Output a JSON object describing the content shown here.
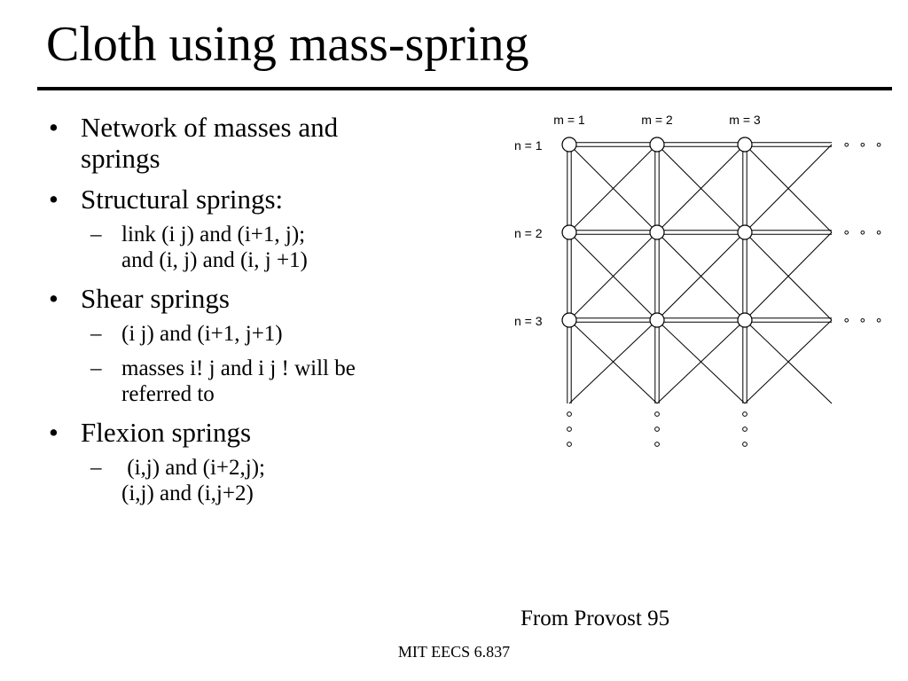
{
  "slide": {
    "title": "Cloth using mass-spring",
    "bullet_marker": "•",
    "sub_marker": "–",
    "bullets": [
      {
        "lines": [
          "Network of masses and",
          "springs"
        ],
        "sub": []
      },
      {
        "lines": [
          "Structural springs:"
        ],
        "sub": [
          {
            "lines": [
              "link (i j) and (i+1, j);",
              "and (i, j) and (i, j +1)"
            ]
          }
        ]
      },
      {
        "lines": [
          "Shear springs"
        ],
        "sub": [
          {
            "lines": [
              "(i j) and (i+1, j+1)"
            ]
          },
          {
            "lines": [
              "masses i! j and i j ! will be",
              "referred to"
            ]
          }
        ]
      },
      {
        "lines": [
          "Flexion springs"
        ],
        "sub": [
          {
            "lines": [
              " (i,j) and (i+2,j);",
              "(i,j) and (i,j+2)"
            ]
          }
        ]
      }
    ],
    "figure": {
      "column_labels": [
        "m = 1",
        "m = 2",
        "m = 3"
      ],
      "row_labels": [
        "n = 1",
        "n = 2",
        "n = 3"
      ],
      "continuation_glyph": "∘ ∘ ∘"
    },
    "credit": "From Provost 95",
    "footer": "MIT EECS 6.837"
  }
}
